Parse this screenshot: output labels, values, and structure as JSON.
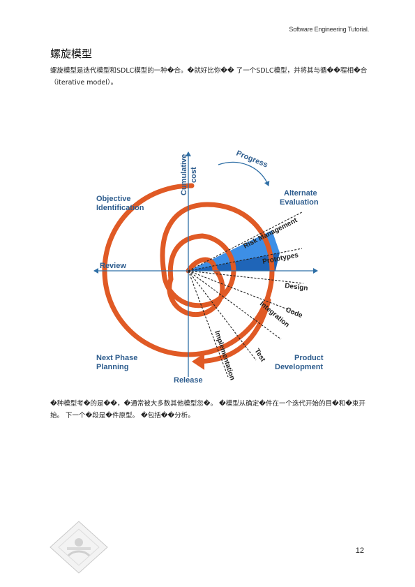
{
  "header": {
    "text": "Software Engineering Tutorial."
  },
  "section": {
    "title": "螺旋模型",
    "para1": "螺旋模型是迭代模型和SDLC模型的一种�合。�就好比你�� 了一个SDLC模型，并将其与循��程相�合（iterative model）。",
    "para2": "�种模型考�的是��，�通常被大多数其他模型忽�。 �模型从确定�件在一个迭代开始的目�和�束开始。 下一个�段是�件原型。 �包括��分析。"
  },
  "diagram": {
    "labels": {
      "cumulative_1": "Cumulative",
      "cumulative_2": "cost",
      "progress": "Progress",
      "objective_1": "Objective",
      "objective_2": "Identification",
      "alternate_1": "Alternate",
      "alternate_2": "Evaluation",
      "risk": "Risk Management",
      "prototypes": "Prototypes",
      "review": "Review",
      "design": "Design",
      "code": "Code",
      "integration": "Integration",
      "test": "Test",
      "implementation": "Implementation",
      "next_phase_1": "Next Phase",
      "next_phase_2": "Planning",
      "product_1": "Product",
      "product_2": "Development",
      "release": "Release"
    },
    "colors": {
      "spiral": "#e05a25",
      "axis": "#2f6fa6",
      "label": "#2e5d8e",
      "risk_fill": "#3d8fe6",
      "proto_fill": "#1f65b8"
    }
  },
  "footer": {
    "page_number": "12"
  }
}
